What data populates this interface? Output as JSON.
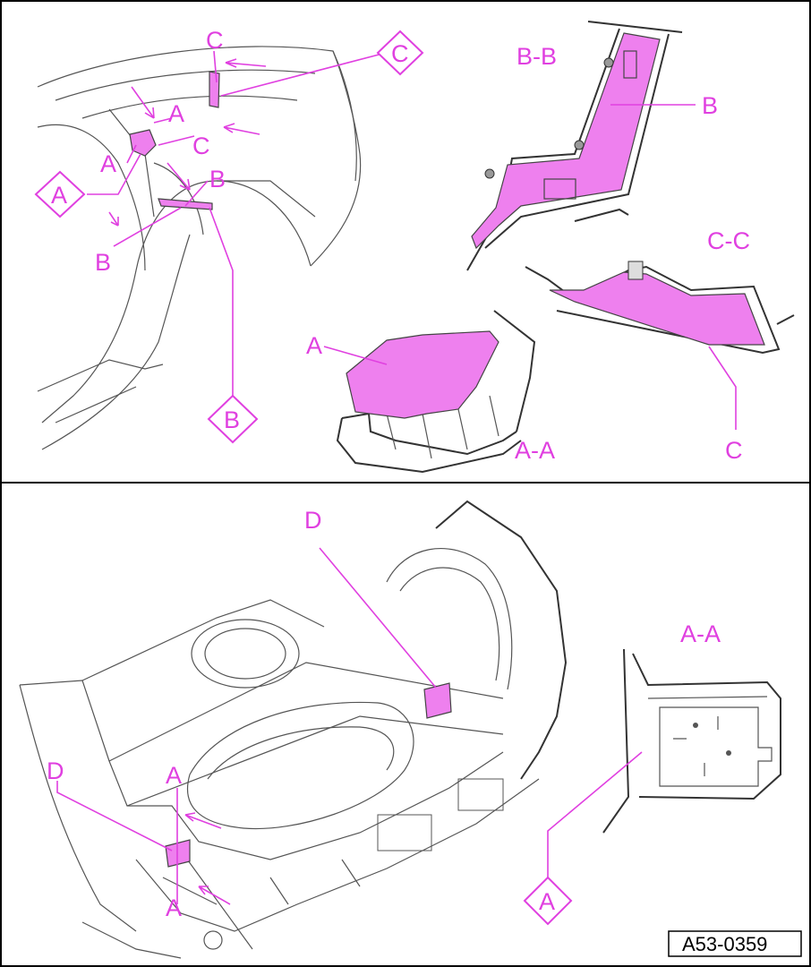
{
  "top": {
    "section_bb": "B-B",
    "section_cc": "C-C",
    "section_aa": "A-A",
    "labels": {
      "c_top": "C",
      "c_box": "C",
      "a_upper": "A",
      "a_lower": "A",
      "c_lower": "C",
      "a_box": "A",
      "b_upper": "B",
      "b_lower": "B",
      "b_box": "B",
      "b_section": "B",
      "c_section": "C",
      "a_section": "A"
    }
  },
  "bottom": {
    "section_aa": "A-A",
    "labels": {
      "d_upper": "D",
      "d_lower": "D",
      "a_upper": "A",
      "a_lower": "A",
      "a_box": "A"
    }
  },
  "figure_ref": "A53-0359",
  "colors": {
    "highlight": "#e040e0",
    "fill": "#ee80ee",
    "line": "#333333"
  }
}
